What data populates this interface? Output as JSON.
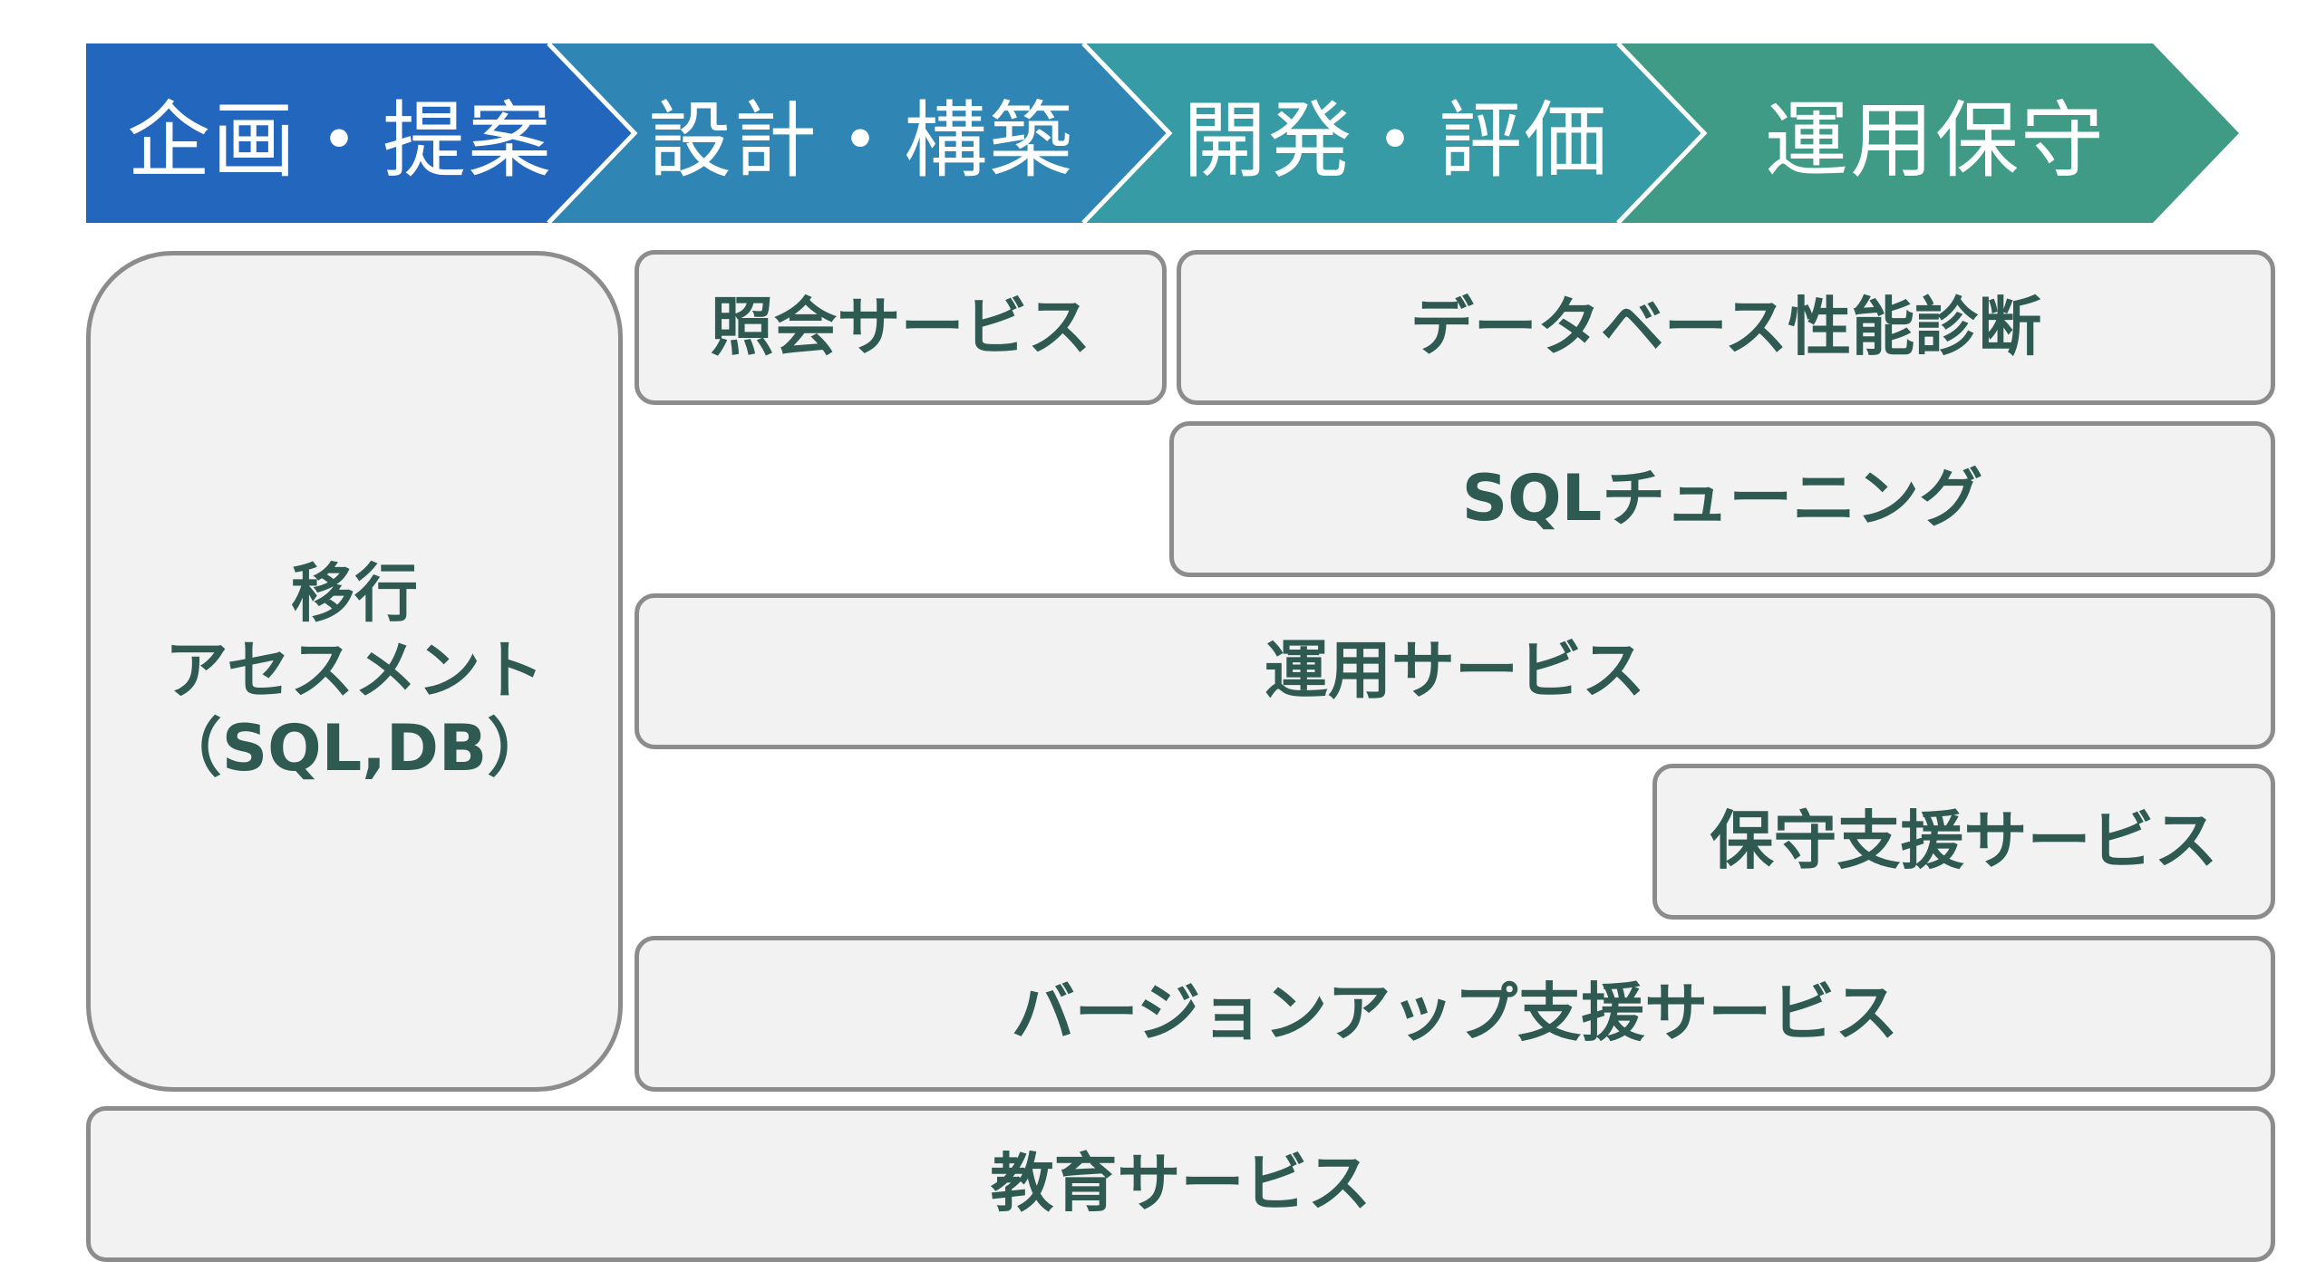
{
  "phases": [
    {
      "label": "企画・提案",
      "color": "#2266be"
    },
    {
      "label": "設計・構築",
      "color": "#2f86b4"
    },
    {
      "label": "開発・評価",
      "color": "#379ba6"
    },
    {
      "label": "運用保守",
      "color": "#3f9a86"
    }
  ],
  "services": {
    "migration": [
      "移行",
      "アセスメント",
      "（SQL,DB）"
    ],
    "inquiry": "照会サービス",
    "db_diagnosis": "データベース性能診断",
    "sql_tuning": "SQLチューニング",
    "operation": "運用サービス",
    "maintenance": "保守支援サービス",
    "version_up": "バージョンアップ支援サービス",
    "education": "教育サービス"
  },
  "colors": {
    "box_fill": "#f2f2f2",
    "box_border": "#8c8c8c",
    "box_text": "#2f5a52",
    "phase_text": "#ffffff"
  }
}
